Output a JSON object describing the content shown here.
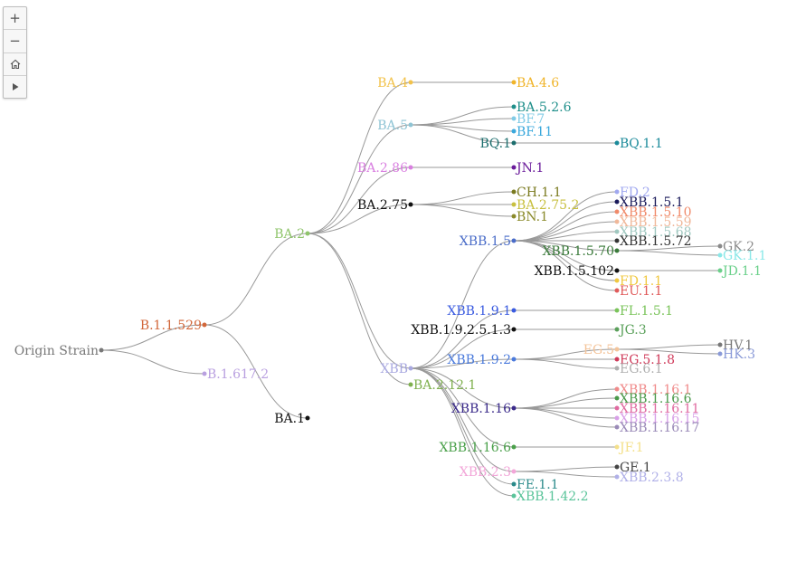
{
  "controls": {
    "zoom_in": "+",
    "zoom_out": "−"
  },
  "colors": {
    "link": "#999999",
    "background": "#ffffff"
  },
  "tree": {
    "nodes": [
      {
        "id": "origin",
        "label": "Origin Strain",
        "color": "#777777",
        "parent": null
      },
      {
        "id": "b11529",
        "label": "B.1.1.529",
        "color": "#d2673a",
        "parent": "origin"
      },
      {
        "id": "b1617",
        "label": "B.1.617.2",
        "color": "#b9a0e0",
        "parent": "origin"
      },
      {
        "id": "ba2",
        "label": "BA.2",
        "color": "#8fc46b",
        "parent": "b11529"
      },
      {
        "id": "ba1",
        "label": "BA.1",
        "color": "#111111",
        "parent": "b11529"
      },
      {
        "id": "ba4",
        "label": "BA.4",
        "color": "#f2c24a",
        "parent": "ba2"
      },
      {
        "id": "ba5",
        "label": "BA.5",
        "color": "#8fc4d4",
        "parent": "ba2"
      },
      {
        "id": "ba286",
        "label": "BA.2.86",
        "color": "#d97fe0",
        "parent": "ba2"
      },
      {
        "id": "ba275",
        "label": "BA.2.75",
        "color": "#111111",
        "parent": "ba2"
      },
      {
        "id": "xbb",
        "label": "XBB",
        "color": "#a8a8e0",
        "parent": "ba2"
      },
      {
        "id": "ba2121",
        "label": "BA.2.12.1",
        "color": "#7fb04f",
        "parent": "ba2"
      },
      {
        "id": "ba46",
        "label": "BA.4.6",
        "color": "#f0b429",
        "parent": "ba4"
      },
      {
        "id": "ba526",
        "label": "BA.5.2.6",
        "color": "#1f8f8a",
        "parent": "ba5"
      },
      {
        "id": "bf7",
        "label": "BF.7",
        "color": "#80cbe6",
        "parent": "ba5"
      },
      {
        "id": "bf11",
        "label": "BF.11",
        "color": "#3aa8dc",
        "parent": "ba5"
      },
      {
        "id": "bq1",
        "label": "BQ.1",
        "color": "#1d6e6e",
        "parent": "ba5"
      },
      {
        "id": "bq11",
        "label": "BQ.1.1",
        "color": "#1b8a9a",
        "parent": "bq1"
      },
      {
        "id": "jn1",
        "label": "JN.1",
        "color": "#6a1b9a",
        "parent": "ba286"
      },
      {
        "id": "ch11",
        "label": "CH.1.1",
        "color": "#7a7a1f",
        "parent": "ba275"
      },
      {
        "id": "ba2752",
        "label": "BA.2.75.2",
        "color": "#c8c040",
        "parent": "ba275"
      },
      {
        "id": "bn1",
        "label": "BN.1",
        "color": "#8a8a2a",
        "parent": "ba275"
      },
      {
        "id": "xbb15",
        "label": "XBB.1.5",
        "color": "#4a6cc8",
        "parent": "xbb"
      },
      {
        "id": "xbb19225",
        "label": "XBB.1.9.2.5.1.3",
        "color": "#111111",
        "parent": "xbb"
      },
      {
        "id": "xbb191",
        "label": "XBB.1.9.1",
        "color": "#3a5be0",
        "parent": "xbb"
      },
      {
        "id": "xbb192",
        "label": "XBB.1.9.2",
        "color": "#4a7adc",
        "parent": "xbb"
      },
      {
        "id": "xbb116",
        "label": "XBB.1.16",
        "color": "#3a2a8a",
        "parent": "xbb"
      },
      {
        "id": "xbb1166",
        "label": "XBB.1.16.6",
        "color": "#4aa04a",
        "parent": "xbb"
      },
      {
        "id": "xbb23",
        "label": "XBB.2.3",
        "color": "#f2a6d8",
        "parent": "xbb"
      },
      {
        "id": "fe11",
        "label": "FE.1.1",
        "color": "#2a8a8a",
        "parent": "xbb"
      },
      {
        "id": "xbb1422",
        "label": "XBB.1.42.2",
        "color": "#5ac49a",
        "parent": "xbb"
      },
      {
        "id": "fd2",
        "label": "FD.2",
        "color": "#a0a8f0",
        "parent": "xbb15"
      },
      {
        "id": "xbb151",
        "label": "XBB.1.5.1",
        "color": "#1a1a5a",
        "parent": "xbb15"
      },
      {
        "id": "xbb1510",
        "label": "XBB.1.5.10",
        "color": "#f08a6a",
        "parent": "xbb15"
      },
      {
        "id": "xbb1559",
        "label": "XBB.1.5.59",
        "color": "#f0b89a",
        "parent": "xbb15"
      },
      {
        "id": "xbb1568",
        "label": "XBB.1.5.68",
        "color": "#a0c8c0",
        "parent": "xbb15"
      },
      {
        "id": "xbb1572",
        "label": "XBB.1.5.72",
        "color": "#333333",
        "parent": "xbb15"
      },
      {
        "id": "xbb1570",
        "label": "XBB.1.5.70",
        "color": "#3a7a3a",
        "parent": "xbb15"
      },
      {
        "id": "xbb15102",
        "label": "XBB.1.5.102",
        "color": "#111111",
        "parent": "xbb15"
      },
      {
        "id": "fd11",
        "label": "FD.1.1",
        "color": "#f0c840",
        "parent": "xbb15"
      },
      {
        "id": "eu11",
        "label": "EU.1.1",
        "color": "#e05a5a",
        "parent": "xbb15"
      },
      {
        "id": "gk2",
        "label": "GK.2",
        "color": "#8a8a8a",
        "parent": "xbb1570"
      },
      {
        "id": "gk11",
        "label": "GK.1.1",
        "color": "#8ae8e8",
        "parent": "xbb1570"
      },
      {
        "id": "jd11",
        "label": "JD.1.1",
        "color": "#6ad08a",
        "parent": "xbb15102"
      },
      {
        "id": "fl151",
        "label": "FL.1.5.1",
        "color": "#7ac45a",
        "parent": "xbb191"
      },
      {
        "id": "jg3",
        "label": "JG.3",
        "color": "#5aa05a",
        "parent": "xbb19225"
      },
      {
        "id": "eg5",
        "label": "EG.5",
        "color": "#f4c49a",
        "parent": "xbb192"
      },
      {
        "id": "eg518",
        "label": "EG.5.1.8",
        "color": "#d03a5a",
        "parent": "xbb192"
      },
      {
        "id": "eg61",
        "label": "EG.6.1",
        "color": "#b0b0b0",
        "parent": "xbb192"
      },
      {
        "id": "hv1",
        "label": "HV.1",
        "color": "#777777",
        "parent": "eg5"
      },
      {
        "id": "hk3",
        "label": "HK.3",
        "color": "#8a9ad8",
        "parent": "eg5"
      },
      {
        "id": "xbb1161",
        "label": "XBB.1.16.1",
        "color": "#f08a8a",
        "parent": "xbb116"
      },
      {
        "id": "xbb11606",
        "label": "XBB.1.16.6",
        "color": "#4a9a4a",
        "parent": "xbb116"
      },
      {
        "id": "xbb11611",
        "label": "XBB.1.16.11",
        "color": "#e06aa0",
        "parent": "xbb116"
      },
      {
        "id": "xbb11615",
        "label": "XBB.1.16.15",
        "color": "#d8a0e8",
        "parent": "xbb116"
      },
      {
        "id": "xbb11617",
        "label": "XBB.1.16.17",
        "color": "#9a8ab8",
        "parent": "xbb116"
      },
      {
        "id": "jf1",
        "label": "JF.1",
        "color": "#f4e08a",
        "parent": "xbb1166"
      },
      {
        "id": "ge1",
        "label": "GE.1",
        "color": "#444444",
        "parent": "xbb23"
      },
      {
        "id": "xbb238",
        "label": "XBB.2.3.8",
        "color": "#b0b0e8",
        "parent": "xbb23"
      }
    ]
  }
}
